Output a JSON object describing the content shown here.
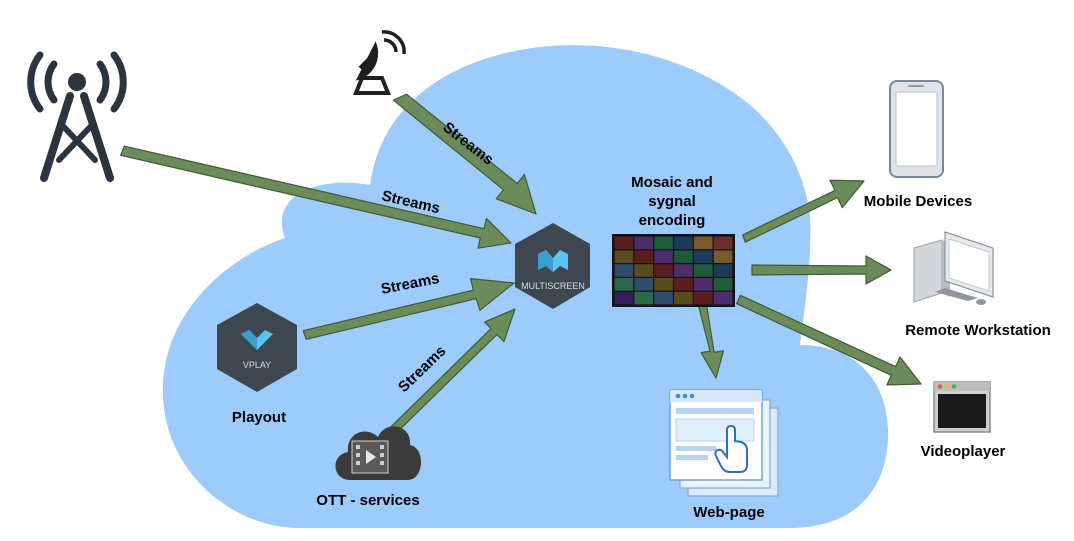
{
  "nodes": {
    "multiscreen": {
      "label": "MULTISCREEN",
      "icon": "multiscreen-logo-icon"
    },
    "vplay": {
      "label": "VPLAY",
      "caption": "Playout",
      "icon": "vplay-logo-icon"
    },
    "ott": {
      "caption": "OTT - services",
      "icon": "cloud-film-icon"
    },
    "encoding": {
      "caption_line1": "Mosaic and",
      "caption_line2": "sygnal",
      "caption_line3": "encoding",
      "icon": "mosaic-screen-icon"
    },
    "mobile": {
      "caption": "Mobile Devices",
      "icon": "mobile-phone-icon"
    },
    "workstation": {
      "caption": "Remote Workstation",
      "icon": "desktop-computer-icon"
    },
    "videoplayer": {
      "caption": "Videoplayer",
      "icon": "video-player-window-icon"
    },
    "webpage": {
      "caption": "Web-page",
      "icon": "web-page-click-icon"
    },
    "tower": {
      "icon": "radio-tower-icon"
    },
    "satellite": {
      "icon": "satellite-dish-icon"
    }
  },
  "edge_labels": {
    "satellite": "Streams",
    "tower": "Streams",
    "playout": "Streams",
    "ott": "Streams"
  },
  "colors": {
    "cloud": "#9dcbfb",
    "arrow": "#6b8c5a",
    "arrow_outline": "#3f5b32",
    "hexagon": "#3e4650",
    "logo_accent": "#5bc4f0"
  }
}
